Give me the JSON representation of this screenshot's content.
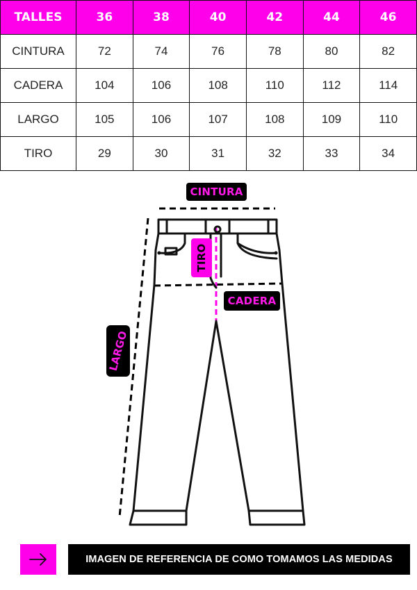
{
  "table": {
    "header": [
      "TALLES",
      "36",
      "38",
      "40",
      "42",
      "44",
      "46"
    ],
    "rows": [
      {
        "label": "CINTURA",
        "values": [
          "72",
          "74",
          "76",
          "78",
          "80",
          "82"
        ]
      },
      {
        "label": "CADERA",
        "values": [
          "104",
          "106",
          "108",
          "110",
          "112",
          "114"
        ]
      },
      {
        "label": "LARGO",
        "values": [
          "105",
          "106",
          "107",
          "108",
          "109",
          "110"
        ]
      },
      {
        "label": "TIRO",
        "values": [
          "29",
          "30",
          "31",
          "32",
          "33",
          "34"
        ]
      }
    ]
  },
  "diagram": {
    "labels": {
      "cintura": "CINTURA",
      "cadera": "CADERA",
      "tiro": "TIRO",
      "largo": "LARGO"
    },
    "accent_color": "#ff00ea",
    "icon": "jeans-outline-icon"
  },
  "footer": {
    "arrow_icon": "arrow-right-icon",
    "caption": "IMAGEN DE REFERENCIA DE COMO TOMAMOS LAS MEDIDAS"
  }
}
